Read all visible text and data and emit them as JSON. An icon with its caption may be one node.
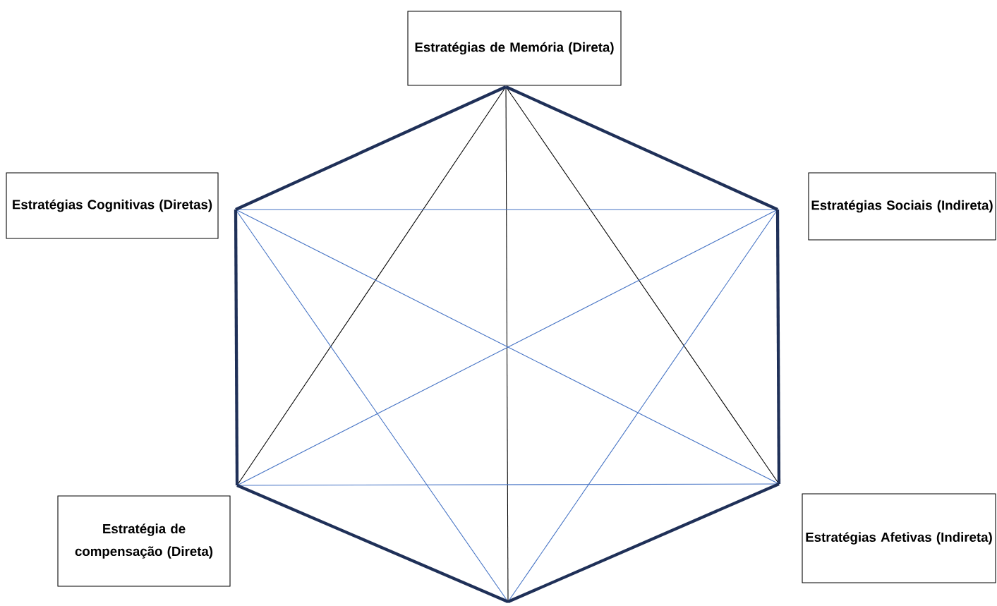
{
  "diagram": {
    "nodes": [
      {
        "text": [
          "Estratégias de Memória (Direta)"
        ]
      },
      {
        "text": [
          "Estratégias Cognitivas (Diretas)"
        ]
      },
      {
        "text": [
          "Estratégias Sociais (Indireta)"
        ]
      },
      {
        "text": [
          "Estratégia de compensação (Direta)"
        ]
      },
      {
        "text": [
          "Estratégias Afetivas (Indireta)"
        ]
      },
      {
        "text": [],
        "shape": "point"
      }
    ],
    "edges": [
      {
        "from": 0,
        "to": 1,
        "arrow": "none",
        "style": "thick",
        "color": "#1f3058"
      },
      {
        "from": 0,
        "to": 2,
        "arrow": "none",
        "style": "thick",
        "color": "#1f3058"
      },
      {
        "from": 1,
        "to": 3,
        "arrow": "none",
        "style": "thick",
        "color": "#1f3058"
      },
      {
        "from": 2,
        "to": 4,
        "arrow": "none",
        "style": "thick",
        "color": "#1f3058"
      },
      {
        "from": 3,
        "to": 5,
        "arrow": "none",
        "style": "thick",
        "color": "#1f3058"
      },
      {
        "from": 4,
        "to": 5,
        "arrow": "none",
        "style": "thick",
        "color": "#1f3058"
      },
      {
        "from": 0,
        "to": 3,
        "arrow": "none",
        "color": "#000000"
      },
      {
        "from": 0,
        "to": 4,
        "arrow": "none",
        "color": "#000000"
      },
      {
        "from": 0,
        "to": 5,
        "arrow": "none",
        "color": "#000000"
      },
      {
        "from": 1,
        "to": 2,
        "arrow": "none",
        "color": "#4472c4"
      },
      {
        "from": 1,
        "to": 4,
        "arrow": "none",
        "color": "#4472c4"
      },
      {
        "from": 1,
        "to": 5,
        "arrow": "none",
        "color": "#4472c4"
      },
      {
        "from": 2,
        "to": 3,
        "arrow": "none",
        "color": "#4472c4"
      },
      {
        "from": 2,
        "to": 5,
        "arrow": "none",
        "color": "#4472c4"
      },
      {
        "from": 3,
        "to": 4,
        "arrow": "none",
        "color": "#4472c4"
      }
    ]
  }
}
